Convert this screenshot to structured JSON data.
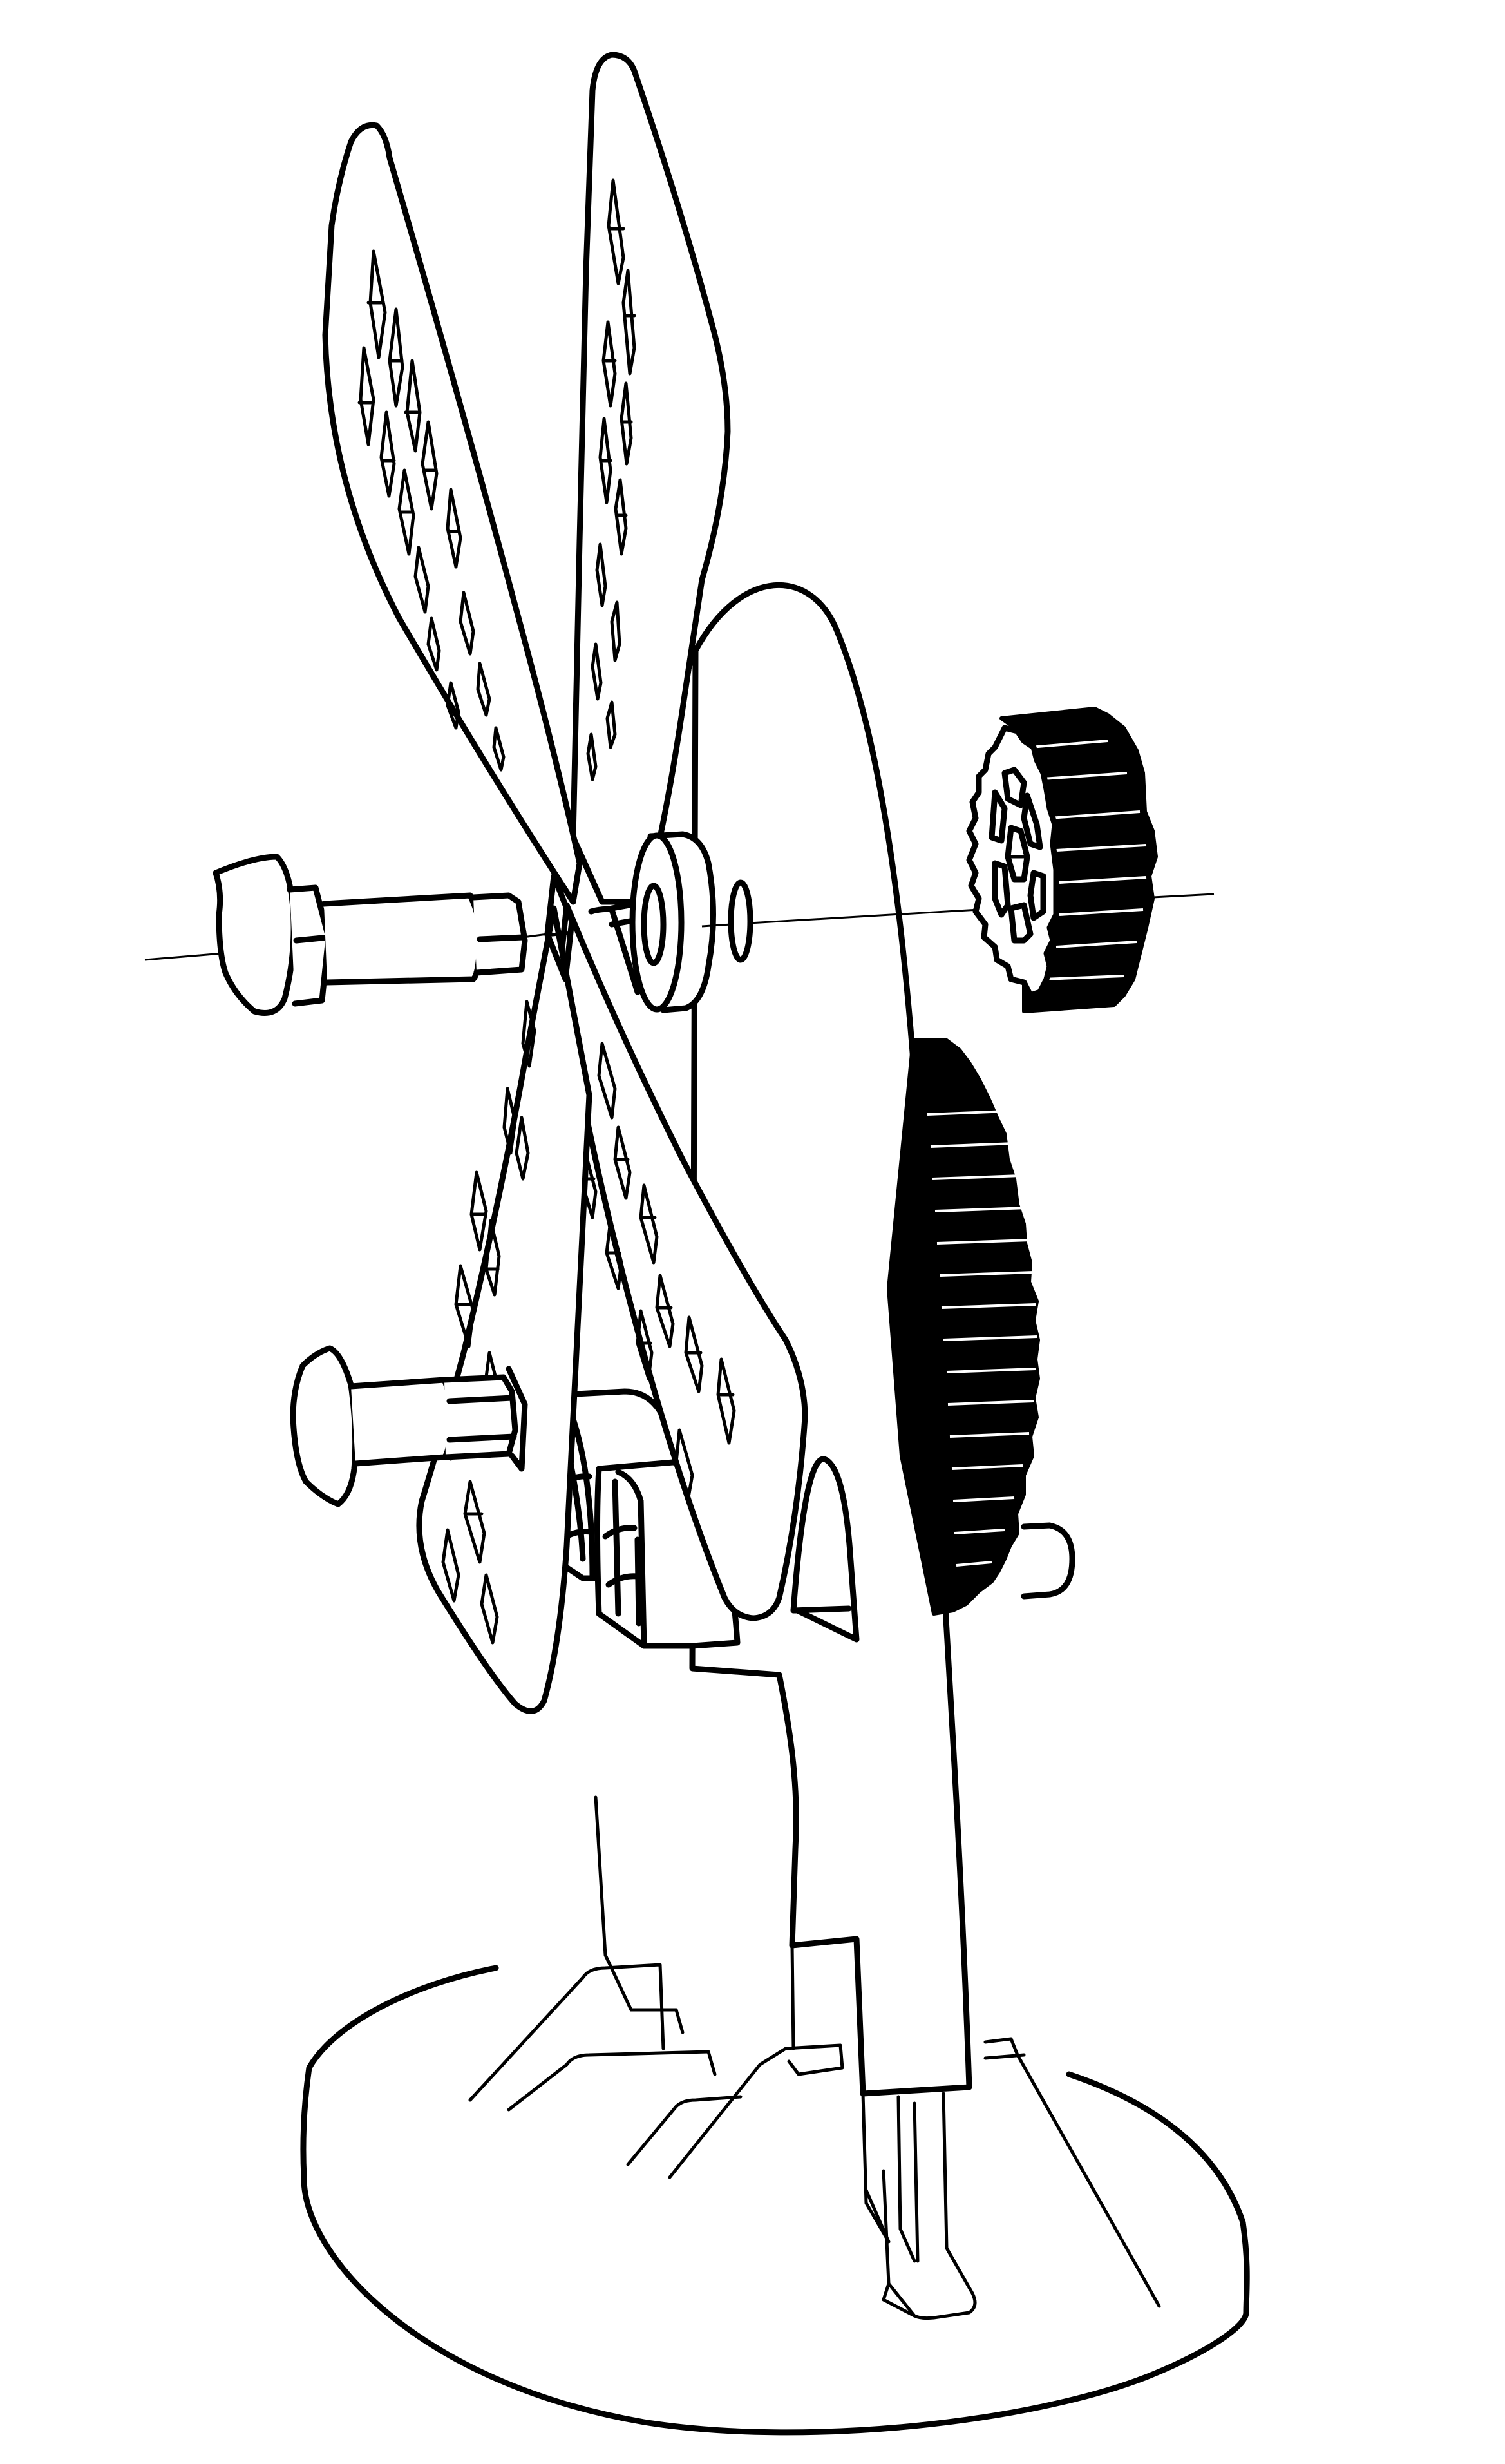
{
  "figure": {
    "type": "exploded-perspective-line-drawing",
    "subject": "windmill toy assembly",
    "colors": {
      "stroke": "#000000",
      "background": "#ffffff",
      "gear_fill": "#000000"
    }
  },
  "components": [
    {
      "id": "blade-upper-left",
      "label": "Upper-left perforated blade"
    },
    {
      "id": "blade-upper-right",
      "label": "Upper-right perforated blade"
    },
    {
      "id": "blade-lower-left",
      "label": "Lower-left perforated blade"
    },
    {
      "id": "blade-lower-right",
      "label": "Lower-right perforated blade"
    },
    {
      "id": "axle-pin-upper",
      "label": "Upper axle pin with hex collar"
    },
    {
      "id": "axle-pin-lower",
      "label": "Lower axle pin with hex collar"
    },
    {
      "id": "spacer-washer",
      "label": "Spacer washer"
    },
    {
      "id": "small-washer",
      "label": "Small washer"
    },
    {
      "id": "small-gear",
      "label": "Small spur gear (exploded)"
    },
    {
      "id": "large-gear",
      "label": "Large spur gear"
    },
    {
      "id": "gear-stub-axle",
      "label": "Gear stub axle"
    },
    {
      "id": "tower",
      "label": "Support tower"
    },
    {
      "id": "bearing-blocks",
      "label": "Bearing blocks"
    },
    {
      "id": "base",
      "label": "Round base with legs"
    }
  ]
}
